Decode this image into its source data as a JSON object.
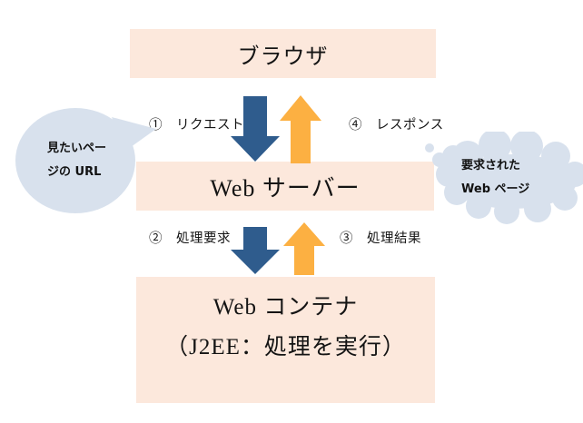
{
  "colors": {
    "box_bg": "#fce8dc",
    "arrow_down": "#2f5c8d",
    "arrow_up": "#fcb042",
    "bubble_bg": "#d8e1ed",
    "text": "#141414"
  },
  "boxes": {
    "browser": {
      "label": "ブラウザ"
    },
    "server": {
      "label": "Web サーバー"
    },
    "container": {
      "line1": "Web コンテナ",
      "line2": "（J2EE：処理を実行）"
    }
  },
  "flow_labels": {
    "request": "①　リクエスト",
    "response": "④　レスポンス",
    "process_request": "②　処理要求",
    "process_result": "③　処理結果"
  },
  "bubbles": {
    "url_bubble": {
      "line1": "見たいペー",
      "line2": "ジの URL"
    },
    "result_bubble": {
      "line1": "要求された",
      "line2": "Web ページ"
    }
  }
}
